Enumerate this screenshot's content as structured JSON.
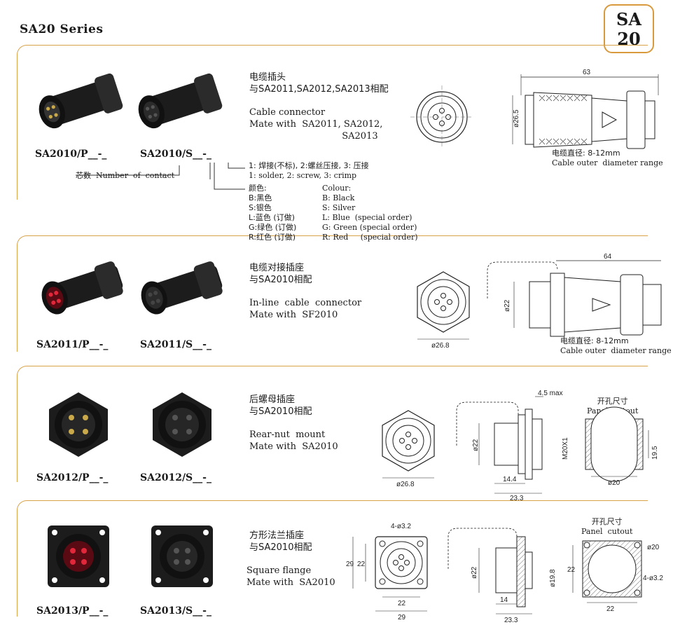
{
  "header": {
    "series_title": "SA20 Series",
    "badge_line1": "SA",
    "badge_line2": "20"
  },
  "sections": [
    {
      "label_p": "SA2010/P",
      "label_s": "SA2010/S",
      "title_zh": "电缆插头",
      "mate_zh": "与SA2011,SA2012,SA2013相配",
      "title_en": "Cable connector",
      "mate_en_1": "Mate with  SA2011, SA2012,",
      "mate_en_2": "SA2013",
      "dim_length": "63",
      "dim_dia": "ø26.5",
      "cable_zh": "电缆直径: 8-12mm",
      "cable_en": "Cable outer  diameter range"
    },
    {
      "label_p": "SA2011/P",
      "label_s": "SA2011/S",
      "title_zh": "电缆对接插座",
      "mate_zh": "与SA2010相配",
      "title_en": "In-line  cable  connector",
      "mate_en_1": "Mate with  SF2010",
      "dim_length": "64",
      "dim_dia": "ø22",
      "dim_face": "ø26.8",
      "cable_zh": "电缆直径: 8-12mm",
      "cable_en": "Cable outer  diameter range"
    },
    {
      "label_p": "SA2012/P",
      "label_s": "SA2012/S",
      "title_zh": "后螺母插座",
      "mate_zh": "与SA2010相配",
      "title_en": "Rear-nut  mount",
      "mate_en_1": "Mate with  SA2010",
      "dim_face": "ø26.8",
      "dim_dia": "ø22",
      "dim_max": "4.5 max",
      "dim_thread": "M20X1",
      "dim_a": "14.4",
      "dim_b": "23.3",
      "panel_zh": "开孔尺寸",
      "panel_en": "Panel  cutout",
      "panel_h": "19.5",
      "panel_d": "ø20"
    },
    {
      "label_p": "SA2013/P",
      "label_s": "SA2013/S",
      "title_zh": "方形法兰插座",
      "mate_zh": "与SA2010相配",
      "title_en": "Square flange",
      "mate_en_1": "Mate with  SA2010",
      "dim_holes": "4-ø3.2",
      "dim_29h": "29",
      "dim_22h": "22",
      "dim_22w": "22",
      "dim_29w": "29",
      "dim_dia": "ø22",
      "dim_198": "ø19.8",
      "dim_a": "14",
      "dim_b": "23.3",
      "panel_zh": "开孔尺寸",
      "panel_en": "Panel  cutout",
      "panel_d": "ø20",
      "panel_holes": "4-ø3.2",
      "panel_h": "22",
      "panel_w": "22"
    }
  ],
  "legend": {
    "contact_zh": "芯数",
    "contact_en": "Number  of  contact",
    "term_zh": "1: 焊接(不标), 2:螺丝压接, 3: 压接",
    "term_en": "1: solder, 2: screw, 3: crimp",
    "colour_head_zh": "颜色:",
    "colour_head_en": "Colour:",
    "colours": [
      {
        "zh": "B:黑色",
        "en": "B: Black"
      },
      {
        "zh": "S:银色",
        "en": "S: Silver"
      },
      {
        "zh": "L:蓝色 (订做)",
        "en": "L: Blue  (special order)"
      },
      {
        "zh": "G:绿色 (订做)",
        "en": "G: Green (special order)"
      },
      {
        "zh": "R:红色 (订做)",
        "en": "R: Red     (special order)"
      }
    ]
  },
  "colors": {
    "frame": "#d8a248",
    "connector": "#1c1c1c",
    "contact_red": "#c8182a"
  }
}
